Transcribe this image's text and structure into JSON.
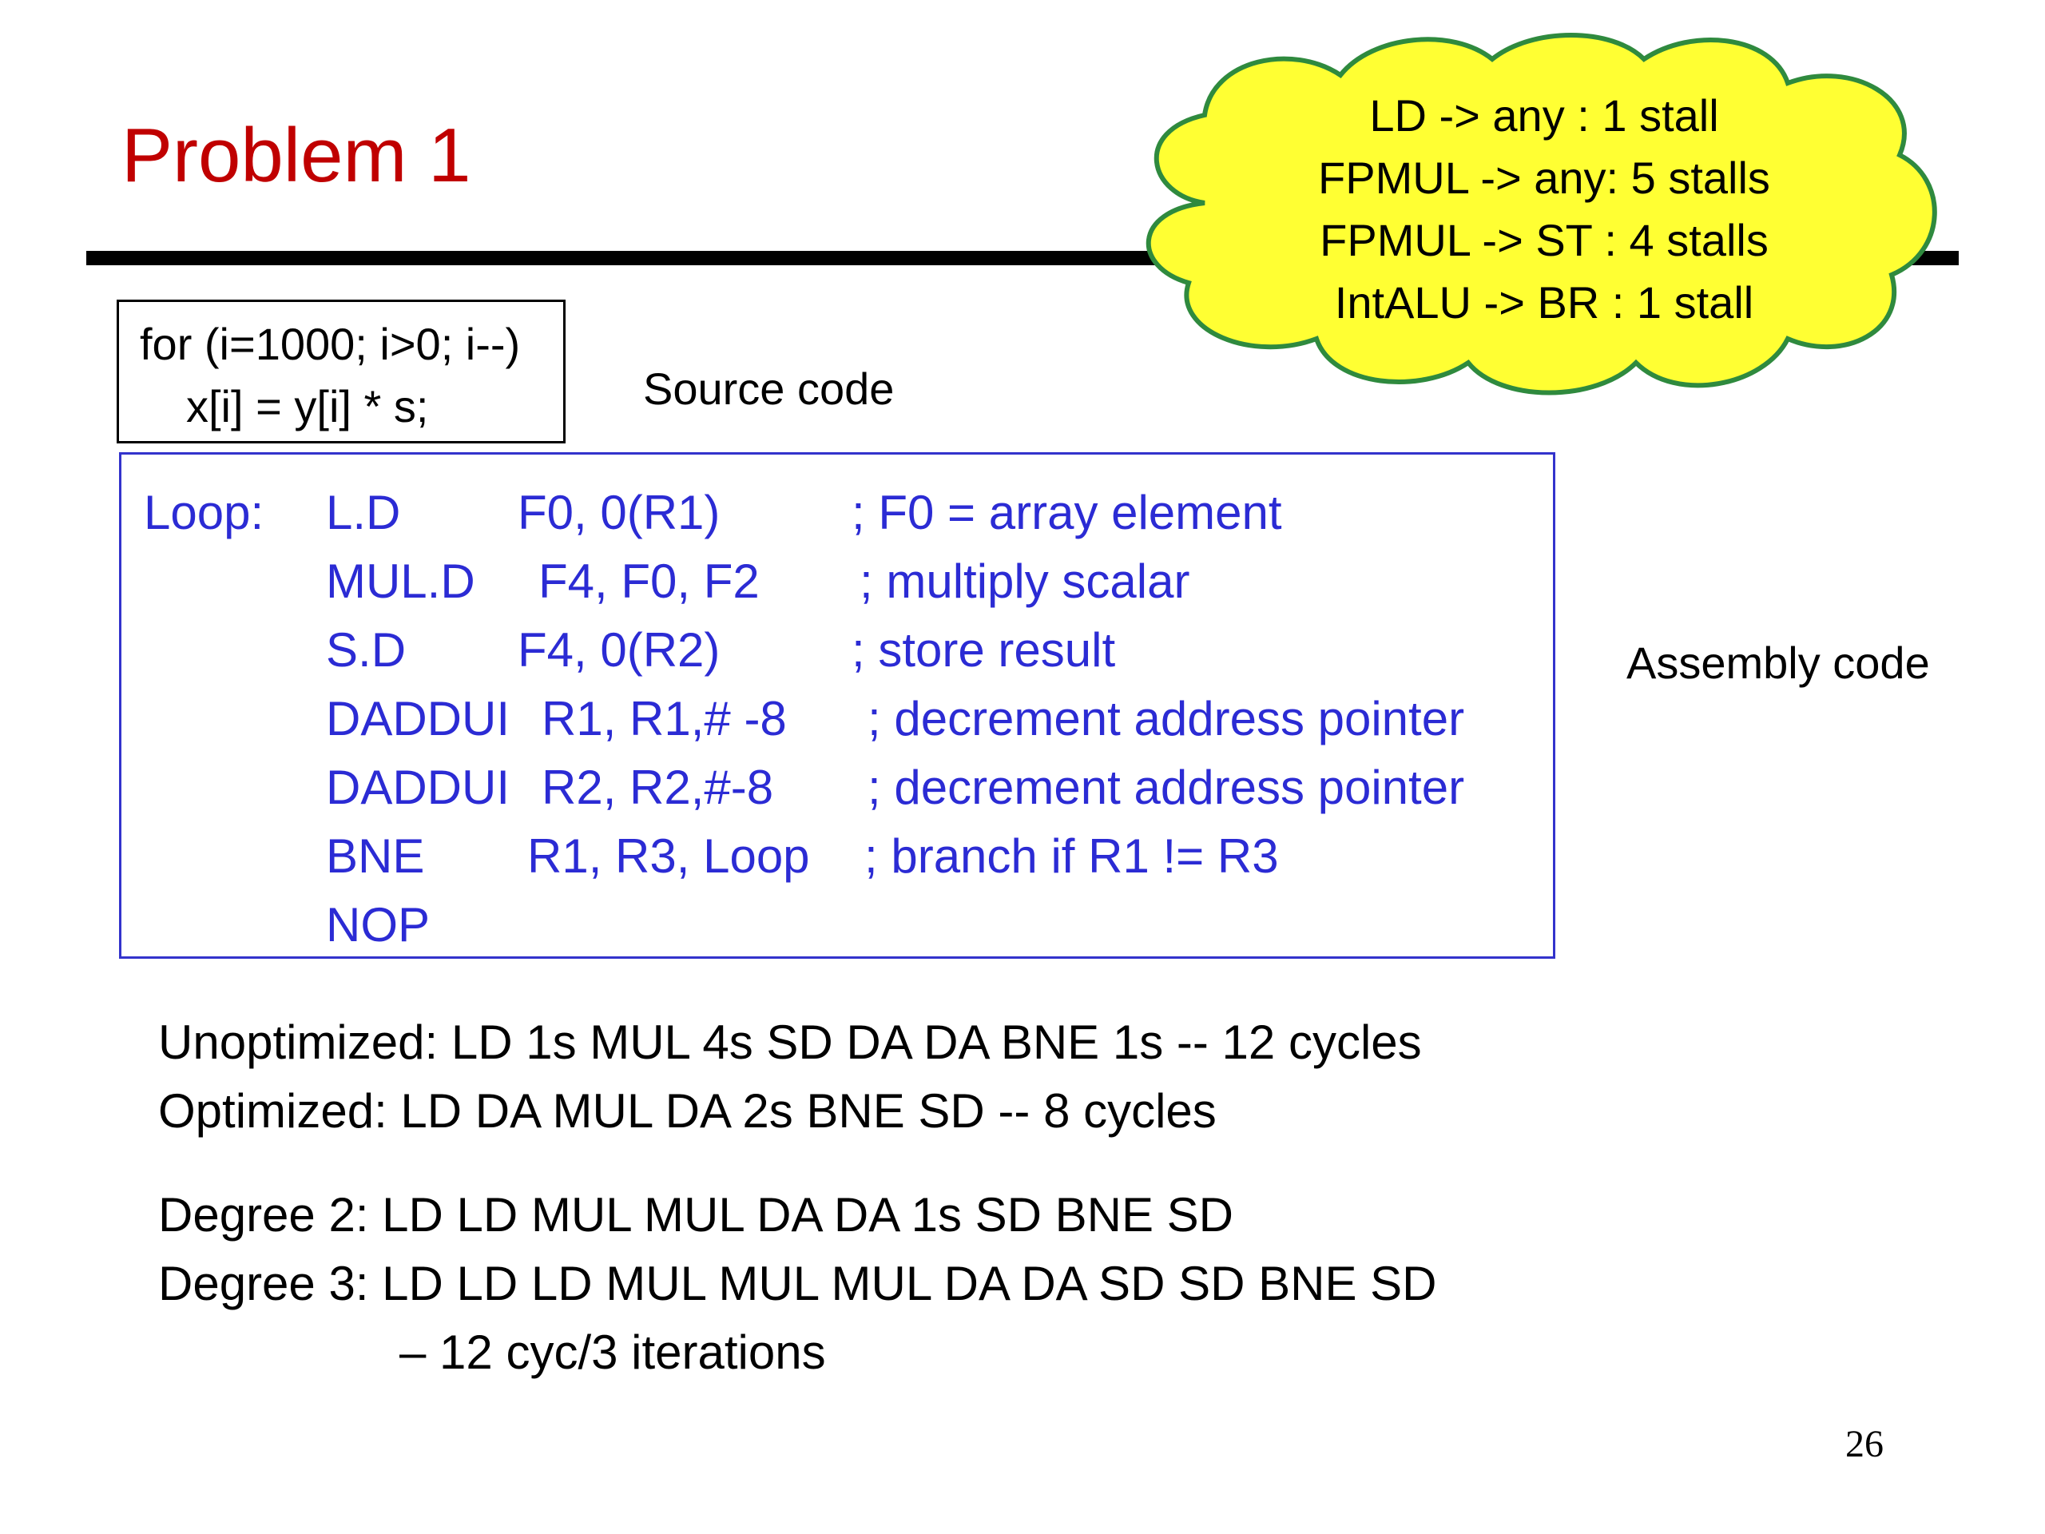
{
  "title": "Problem 1",
  "cloud": {
    "lines": [
      "LD -> any : 1 stall",
      "FPMUL -> any: 5 stalls",
      "FPMUL -> ST : 4 stalls",
      "IntALU -> BR : 1 stall"
    ],
    "fill_color": "#ffff33",
    "stroke_color": "#2f8a3e"
  },
  "source": {
    "lines": [
      "for (i=1000; i>0; i--)",
      "x[i] = y[i] * s;"
    ],
    "label": "Source code"
  },
  "assembly": {
    "label": "Assembly code",
    "text_color": "#2b2bd4",
    "rows": [
      {
        "label": "Loop:",
        "op": "L.D",
        "args": "F0, 0(R1)",
        "comment": "; F0 = array element"
      },
      {
        "label": "",
        "op": "MUL.D",
        "args": "F4, F0, F2",
        "comment": "; multiply scalar"
      },
      {
        "label": "",
        "op": "S.D",
        "args": "F4, 0(R2)",
        "comment": "; store result"
      },
      {
        "label": "",
        "op": "DADDUI",
        "args": "R1, R1,# -8",
        "comment": "; decrement address pointer"
      },
      {
        "label": "",
        "op": "DADDUI",
        "args": "R2, R2,#-8",
        "comment": "; decrement address pointer"
      },
      {
        "label": "",
        "op": "BNE",
        "args": "R1, R3, Loop",
        "comment": "; branch if R1 != R3"
      },
      {
        "label": "",
        "op": "NOP",
        "args": "",
        "comment": ""
      }
    ]
  },
  "schedules": {
    "unoptimized": "Unoptimized:  LD  1s   MUL  4s  SD  DA  DA  BNE  1s   -- 12 cycles",
    "optimized": "Optimized:  LD  DA  MUL  DA  2s  BNE  SD  -- 8 cycles",
    "degree2": "Degree 2: LD LD MUL MUL DA DA 1s SD BNE SD",
    "degree3": "Degree 3: LD LD LD MUL MUL MUL DA DA SD SD BNE SD",
    "degree3_note": "– 12 cyc/3 iterations"
  },
  "page_number": "26"
}
